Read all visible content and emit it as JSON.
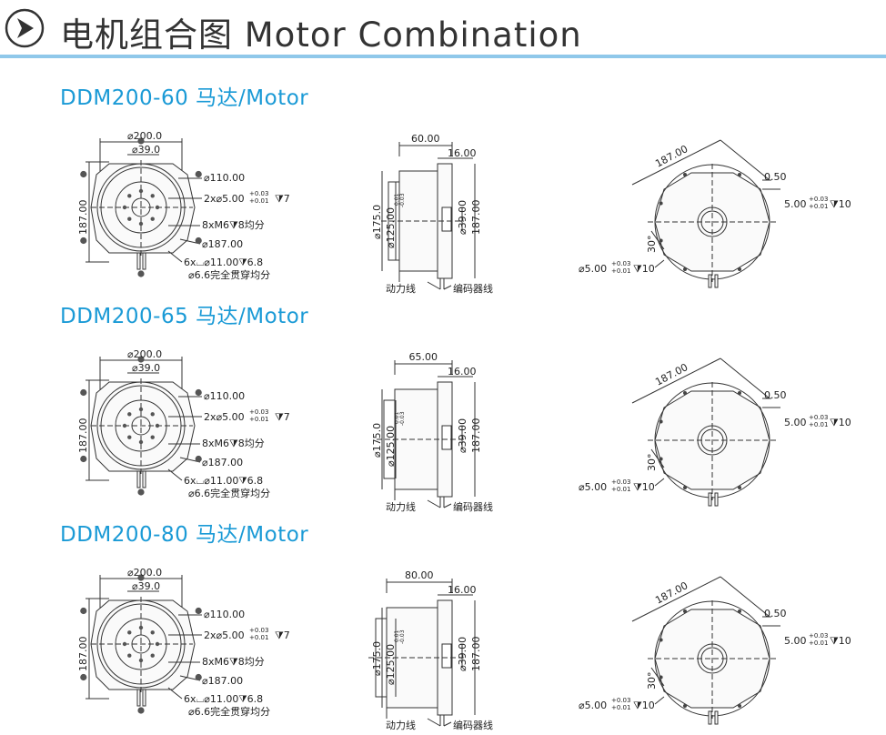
{
  "header": {
    "title": "电机组合图 Motor Combination",
    "icon": "chevron-right-circle-icon",
    "accent_color": "#1a9ad6"
  },
  "sections": [
    {
      "title": "DDM200-60 马达/Motor",
      "front": {
        "d_outer": "⌀200.0",
        "d_bore": "⌀39.0",
        "height": "187.00",
        "d_110": "⌀110.00",
        "holes_a": "2x⌀5.00",
        "holes_a_tol_up": "+0.03",
        "holes_a_tol_lo": "+0.01",
        "holes_a_depth": "⧩7",
        "tapped": "8xM6⧩8均分",
        "d_187": "⌀187.00",
        "cbore": "6x⌴⌀11.00⧩6.8",
        "thru": "⌀6.6完全贯穿均分"
      },
      "side": {
        "width": "60.00",
        "flange": "16.00",
        "d175": "⌀175.0",
        "d125": "⌀125.00",
        "d125_tol_up": "0.01",
        "d125_tol_lo": "-0.03",
        "d39": "⌀39.00",
        "h187": "187.00",
        "power_label": "动力线",
        "encoder_label": "编码器线"
      },
      "rear": {
        "dia": "187.00",
        "gap": "0.50",
        "pin": "5.00",
        "pin_tol_up": "+0.03",
        "pin_tol_lo": "+0.01",
        "pin_depth": "⧩10",
        "angle": "30°",
        "pin2": "⌀5.00",
        "pin2_tol_up": "+0.03",
        "pin2_tol_lo": "+0.01",
        "pin2_depth": "⧩10"
      }
    },
    {
      "title": "DDM200-65 马达/Motor",
      "front": {
        "d_outer": "⌀200.0",
        "d_bore": "⌀39.0",
        "height": "187.00",
        "d_110": "⌀110.00",
        "holes_a": "2x⌀5.00",
        "holes_a_tol_up": "+0.03",
        "holes_a_tol_lo": "+0.01",
        "holes_a_depth": "⧩7",
        "tapped": "8xM6⧩8均分",
        "d_187": "⌀187.00",
        "cbore": "6x⌴⌀11.00⧩6.8",
        "thru": "⌀6.6完全贯穿均分"
      },
      "side": {
        "width": "65.00",
        "flange": "16.00",
        "d175": "⌀175.0",
        "d125": "⌀125.00",
        "d125_tol_up": "0.01",
        "d125_tol_lo": "-0.03",
        "d39": "⌀39.00",
        "h187": "187.00",
        "power_label": "动力线",
        "encoder_label": "编码器线"
      },
      "rear": {
        "dia": "187.00",
        "gap": "0.50",
        "pin": "5.00",
        "pin_tol_up": "+0.03",
        "pin_tol_lo": "+0.01",
        "pin_depth": "⧩10",
        "angle": "30°",
        "pin2": "⌀5.00",
        "pin2_tol_up": "+0.03",
        "pin2_tol_lo": "+0.01",
        "pin2_depth": "⧩10"
      }
    },
    {
      "title": "DDM200-80 马达/Motor",
      "front": {
        "d_outer": "⌀200.0",
        "d_bore": "⌀39.0",
        "height": "187.00",
        "d_110": "⌀110.00",
        "holes_a": "2x⌀5.00",
        "holes_a_tol_up": "+0.03",
        "holes_a_tol_lo": "+0.01",
        "holes_a_depth": "⧩7",
        "tapped": "8xM6⧩8均分",
        "d_187": "⌀187.00",
        "cbore": "6x⌴⌀11.00⧩6.8",
        "thru": "⌀6.6完全贯穿均分"
      },
      "side": {
        "width": "80.00",
        "flange": "16.00",
        "d175": "⌀175.0",
        "d125": "⌀125.00",
        "d125_tol_up": "0.01",
        "d125_tol_lo": "-0.03",
        "d39": "⌀39.00",
        "h187": "187.00",
        "power_label": "动力线",
        "encoder_label": "编码器线"
      },
      "rear": {
        "dia": "187.00",
        "gap": "0.50",
        "pin": "5.00",
        "pin_tol_up": "+0.03",
        "pin_tol_lo": "+0.01",
        "pin_depth": "⧩10",
        "angle": "30°",
        "pin2": "⌀5.00",
        "pin2_tol_up": "+0.03",
        "pin2_tol_lo": "+0.01",
        "pin2_depth": "⧩10"
      }
    }
  ]
}
